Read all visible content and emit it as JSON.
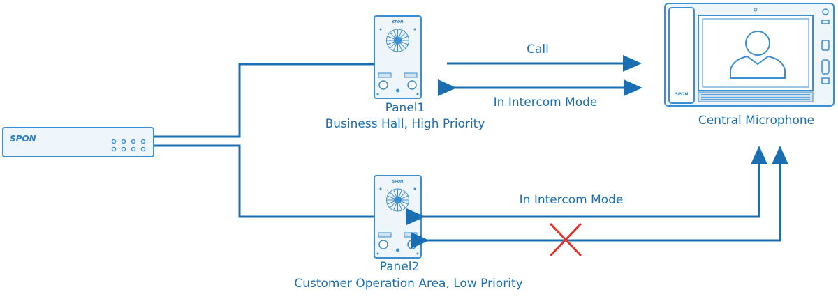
{
  "labels": {
    "call": "Call",
    "intercom_top": "In Intercom Mode",
    "intercom_bottom": "In Intercom Mode",
    "central": "Central Microphone",
    "panel1_name": "Panel1",
    "panel1_desc": "Business Hall, High Priority",
    "panel2_name": "Panel2",
    "panel2_desc": "Customer Operation Area, Low Priority"
  },
  "brand": {
    "server": "SPON",
    "panel": "SPON",
    "console": "SPON"
  },
  "colors": {
    "line": "#1a6fb3",
    "device": "#3b8fd0",
    "cross": "#e8302a"
  }
}
